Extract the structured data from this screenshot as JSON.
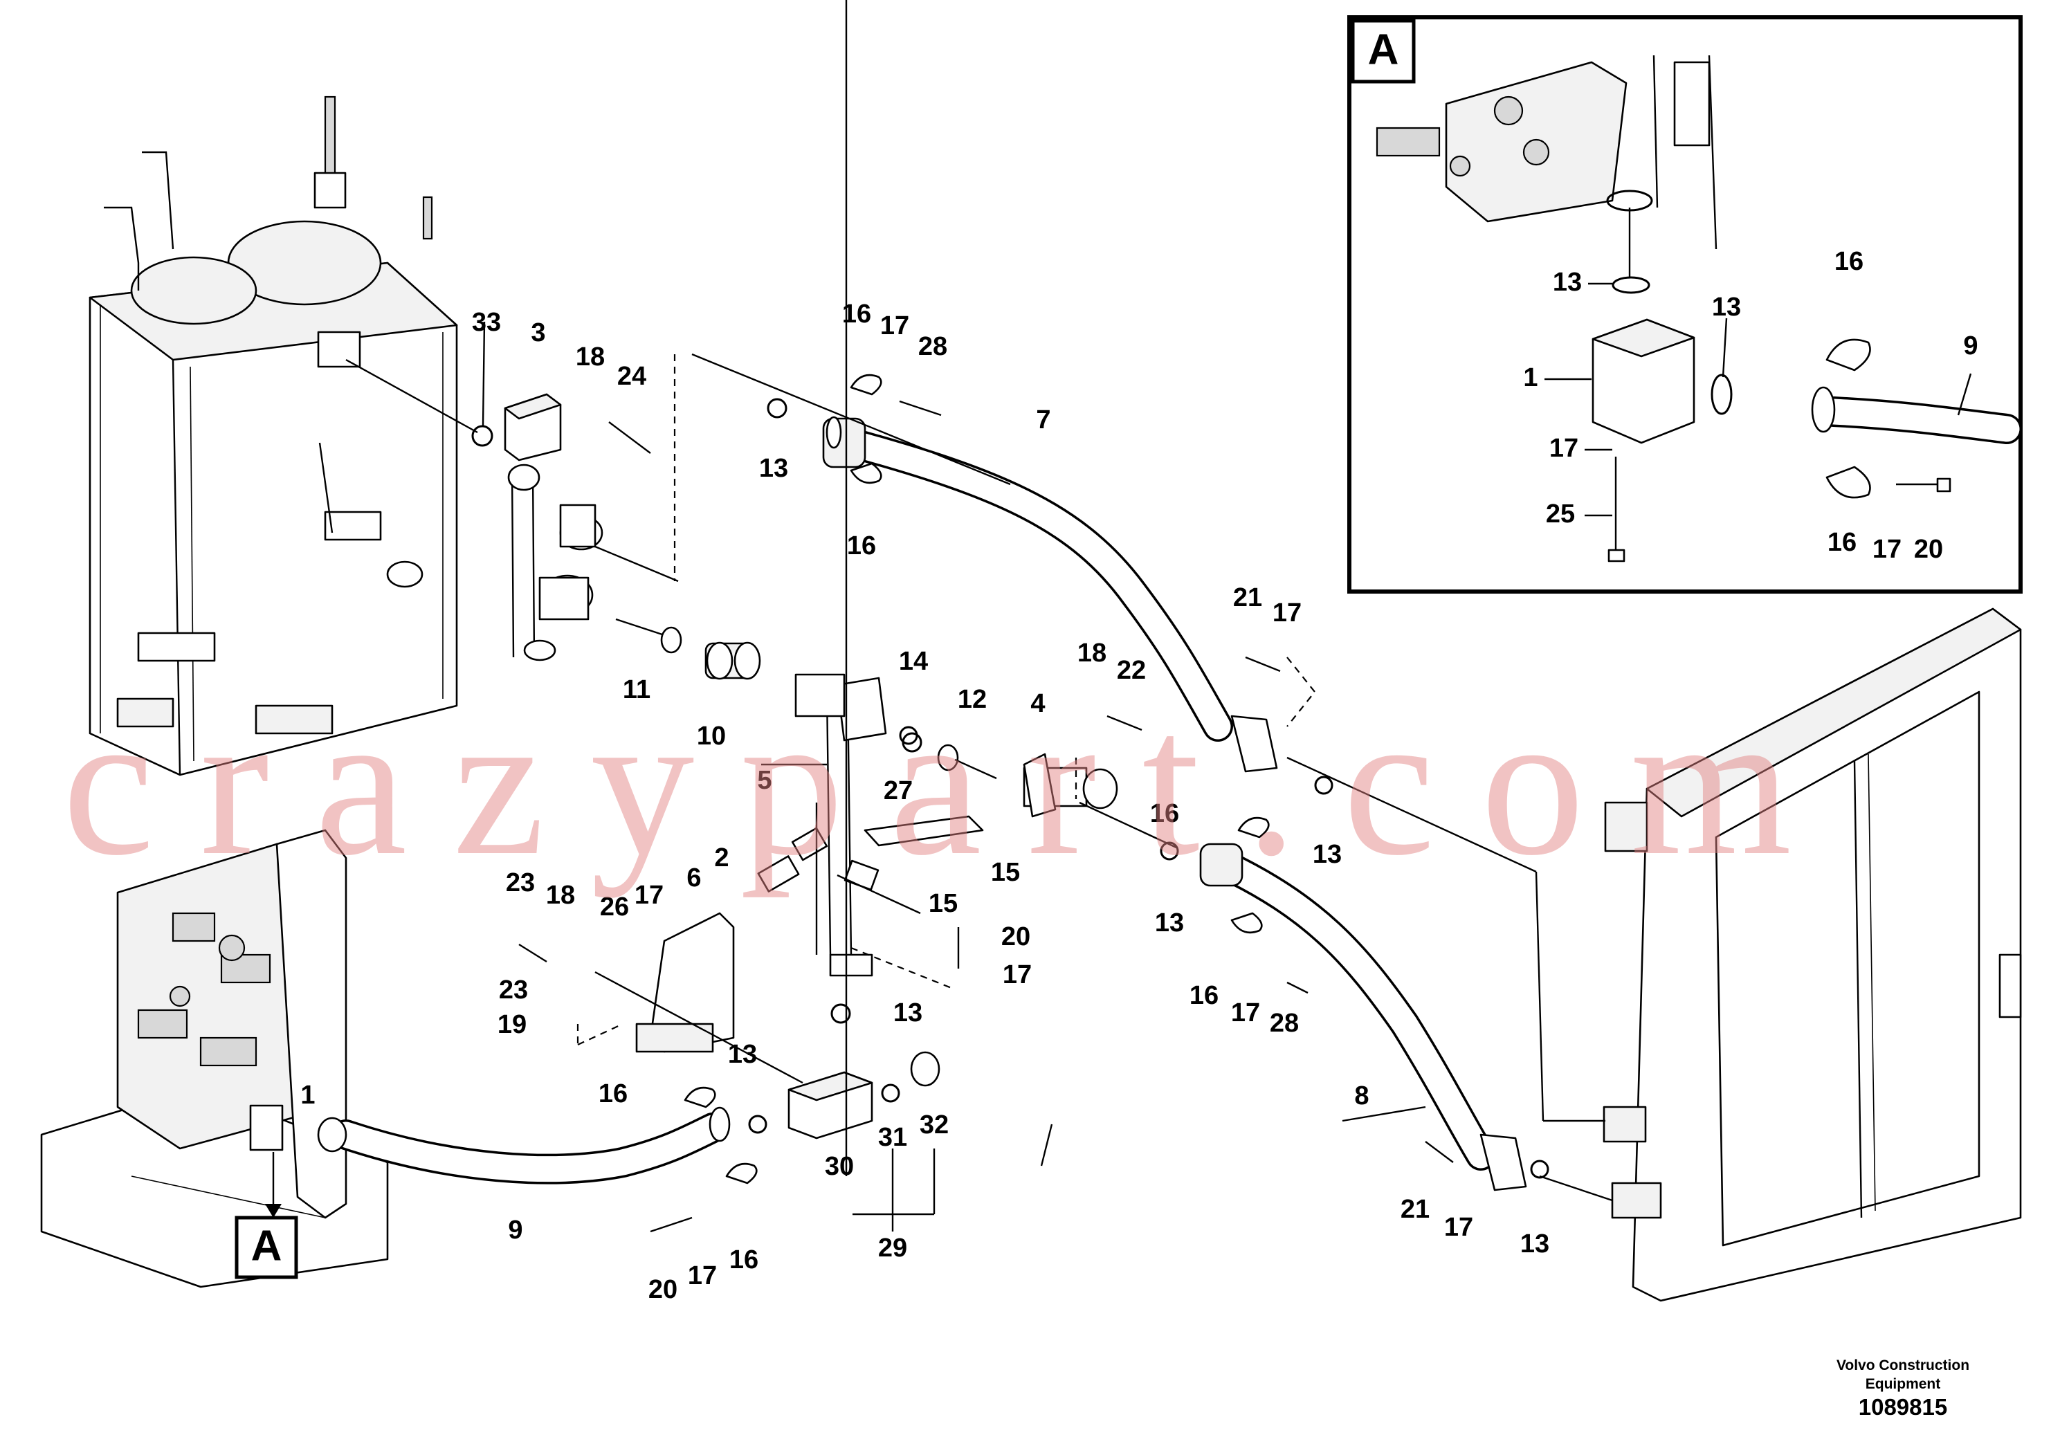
{
  "detail_ref": {
    "label": "A"
  },
  "main_callouts": [
    {
      "id": "c33",
      "label": "33"
    },
    {
      "id": "c3",
      "label": "3"
    },
    {
      "id": "c18a",
      "label": "18"
    },
    {
      "id": "c24",
      "label": "24"
    },
    {
      "id": "c13a",
      "label": "13"
    },
    {
      "id": "c16a",
      "label": "16"
    },
    {
      "id": "c17a",
      "label": "17"
    },
    {
      "id": "c28a",
      "label": "28"
    },
    {
      "id": "c7",
      "label": "7"
    },
    {
      "id": "c16b",
      "label": "16"
    },
    {
      "id": "c11",
      "label": "11"
    },
    {
      "id": "c10",
      "label": "10"
    },
    {
      "id": "c14",
      "label": "14"
    },
    {
      "id": "c12",
      "label": "12"
    },
    {
      "id": "c4",
      "label": "4"
    },
    {
      "id": "c18b",
      "label": "18"
    },
    {
      "id": "c22",
      "label": "22"
    },
    {
      "id": "c21a",
      "label": "21"
    },
    {
      "id": "c17b",
      "label": "17"
    },
    {
      "id": "c5",
      "label": "5"
    },
    {
      "id": "c27",
      "label": "27"
    },
    {
      "id": "c2",
      "label": "2"
    },
    {
      "id": "c6",
      "label": "6"
    },
    {
      "id": "c15a",
      "label": "15"
    },
    {
      "id": "c15b",
      "label": "15"
    },
    {
      "id": "c16c",
      "label": "16"
    },
    {
      "id": "c13b",
      "label": "13"
    },
    {
      "id": "c13c",
      "label": "13"
    },
    {
      "id": "c23a",
      "label": "23"
    },
    {
      "id": "c18c",
      "label": "18"
    },
    {
      "id": "c26",
      "label": "26"
    },
    {
      "id": "c17c",
      "label": "17"
    },
    {
      "id": "c20a",
      "label": "20"
    },
    {
      "id": "c17d",
      "label": "17"
    },
    {
      "id": "c23b",
      "label": "23"
    },
    {
      "id": "c19",
      "label": "19"
    },
    {
      "id": "c13d",
      "label": "13"
    },
    {
      "id": "c16d",
      "label": "16"
    },
    {
      "id": "c17e",
      "label": "17"
    },
    {
      "id": "c28b",
      "label": "28"
    },
    {
      "id": "c13e",
      "label": "13"
    },
    {
      "id": "c16e",
      "label": "16"
    },
    {
      "id": "c1",
      "label": "1"
    },
    {
      "id": "c8",
      "label": "8"
    },
    {
      "id": "c31",
      "label": "31"
    },
    {
      "id": "c32",
      "label": "32"
    },
    {
      "id": "c30",
      "label": "30"
    },
    {
      "id": "c29",
      "label": "29"
    },
    {
      "id": "c9",
      "label": "9"
    },
    {
      "id": "c20b",
      "label": "20"
    },
    {
      "id": "c17f",
      "label": "17"
    },
    {
      "id": "c16f",
      "label": "16"
    },
    {
      "id": "c21b",
      "label": "21"
    },
    {
      "id": "c17g",
      "label": "17"
    },
    {
      "id": "c13f",
      "label": "13"
    }
  ],
  "detail_callouts": [
    {
      "id": "d13a",
      "label": "13"
    },
    {
      "id": "d16a",
      "label": "16"
    },
    {
      "id": "d13b",
      "label": "13"
    },
    {
      "id": "d9",
      "label": "9"
    },
    {
      "id": "d1",
      "label": "1"
    },
    {
      "id": "d17a",
      "label": "17"
    },
    {
      "id": "d25",
      "label": "25"
    },
    {
      "id": "d16b",
      "label": "16"
    },
    {
      "id": "d17b",
      "label": "17"
    },
    {
      "id": "d20",
      "label": "20"
    }
  ],
  "footer": {
    "brand_line1": "Volvo Construction",
    "brand_line2": "Equipment",
    "drawing_number": "1089815"
  },
  "watermark": "crazypart.com"
}
